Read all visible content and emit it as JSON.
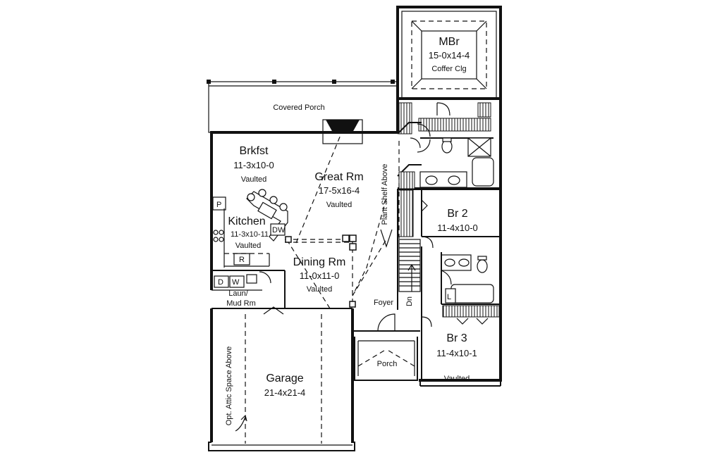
{
  "rooms": {
    "mbr": {
      "name": "MBr",
      "size": "15-0x14-4",
      "note": "Coffer Clg"
    },
    "covered_porch": {
      "name": "Covered Porch"
    },
    "brkfst": {
      "name": "Brkfst",
      "size": "11-3x10-0",
      "note": "Vaulted"
    },
    "great_rm": {
      "name": "Great Rm",
      "size": "17-5x16-4",
      "note": "Vaulted"
    },
    "kitchen": {
      "name": "Kitchen",
      "size": "11-3x10-11",
      "note": "Vaulted"
    },
    "dining_rm": {
      "name": "Dining Rm",
      "size": "11-0x11-0",
      "note": "Vaulted"
    },
    "laun_mud": {
      "line1": "Laun/",
      "line2": "Mud Rm"
    },
    "foyer": {
      "name": "Foyer"
    },
    "porch": {
      "name": "Porch"
    },
    "br2": {
      "name": "Br 2",
      "size": "11-4x10-0"
    },
    "br3": {
      "name": "Br 3",
      "size": "11-4x10-1",
      "note": "Vaulted"
    },
    "garage": {
      "name": "Garage",
      "size": "21-4x21-4"
    }
  },
  "annotations": {
    "plant_shelf": "Plant Shelf Above",
    "attic": "Opt. Attic Space Above",
    "stair_dn": "Dn"
  },
  "fixtures": {
    "pantry": "P",
    "dishwasher": "DW",
    "range": "R",
    "dryer": "D",
    "washer": "W",
    "linen": "L"
  }
}
